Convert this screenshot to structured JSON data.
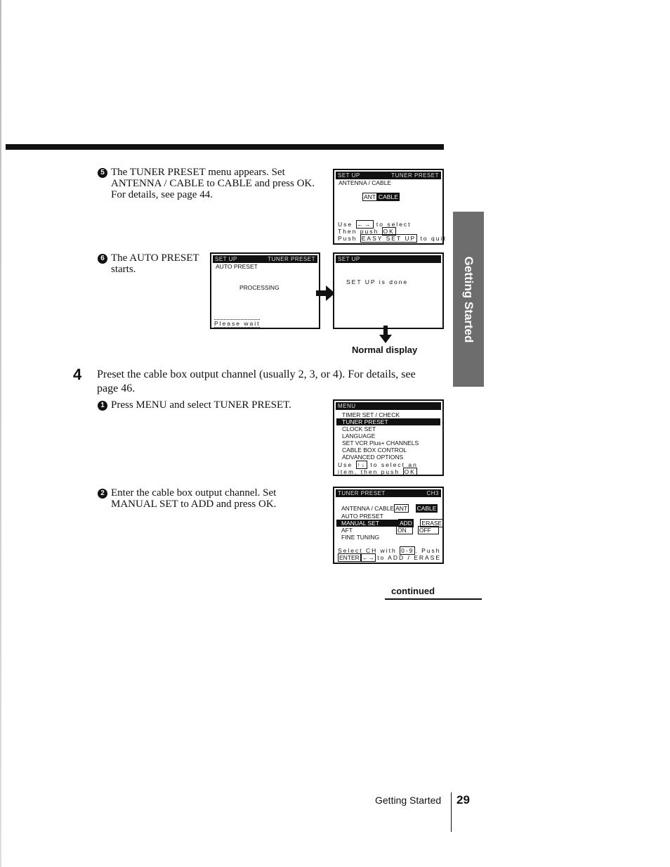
{
  "step5": {
    "num": "5",
    "line1": "The TUNER PRESET menu appears.  Set",
    "line2": "ANTENNA / CABLE to CABLE and press OK.",
    "line3": "For details, see page 44."
  },
  "step6": {
    "num": "6",
    "line1": "The AUTO PRESET",
    "line2": "starts."
  },
  "screen_setup_tuner": {
    "header_left": "SET UP",
    "header_right": "TUNER PRESET",
    "label": "ANTENNA / CABLE",
    "opt_ant": "ANT",
    "opt_cable": "CABLE",
    "use_word": "Use",
    "arrows": "←→",
    "to_select": "to select",
    "then_push": "Then push",
    "ok": "OK",
    "push": "Push",
    "easy_setup": "EASY SET UP",
    "to_quit": "to quit"
  },
  "screen_auto_preset": {
    "header_left": "SET UP",
    "header_right": "TUNER PRESET",
    "label": "AUTO PRESET",
    "processing": "PROCESSING",
    "please_wait": "Please wait"
  },
  "screen_done": {
    "header_left": "SET UP",
    "message": "SET UP is done"
  },
  "normal_display_caption": "Normal display",
  "step4": {
    "num": "4",
    "line1": "Preset the cable box output channel (usually 2, 3, or 4).  For details, see",
    "line2": "page 46."
  },
  "step4_1": {
    "num": "1",
    "text": "Press MENU and select TUNER PRESET."
  },
  "step4_2": {
    "num": "2",
    "line1": "Enter the cable box output channel.  Set",
    "line2": "MANUAL SET to ADD and press OK."
  },
  "screen_menu": {
    "header": "MENU",
    "items": [
      "TIMER SET / CHECK",
      "TUNER PRESET",
      "CLOCK SET",
      "LANGUAGE",
      "SET VCR Plus+ CHANNELS",
      "CABLE BOX CONTROL",
      "ADVANCED OPTIONS"
    ],
    "use_word": "Use",
    "arrows": "↑↓",
    "to_select_an": "to select an",
    "item_then_push": "item, then push",
    "ok": "OK"
  },
  "screen_tuner_preset": {
    "header_left": "TUNER PRESET",
    "header_right": "CH3",
    "row1_label": "ANTENNA / CABLE",
    "row1_opt1": "ANT",
    "row1_opt2": "CABLE",
    "row2_label": "AUTO PRESET",
    "row3_label": "MANUAL SET",
    "row3_opt1": "ADD",
    "row3_opt2": "ERASE",
    "row4_label": "AFT",
    "row4_opt1": "ON",
    "row4_opt2": "OFF",
    "row5_label": "FINE TUNING",
    "select_ch_with": "Select CH with",
    "digits": "0-9",
    "push": ". Push",
    "enter": "ENTER",
    "arrows": "←→",
    "to_add_erase": "to ADD / ERASE"
  },
  "continued": "continued",
  "side_tab": "Getting Started",
  "footer": {
    "section": "Getting Started",
    "page": "29"
  }
}
